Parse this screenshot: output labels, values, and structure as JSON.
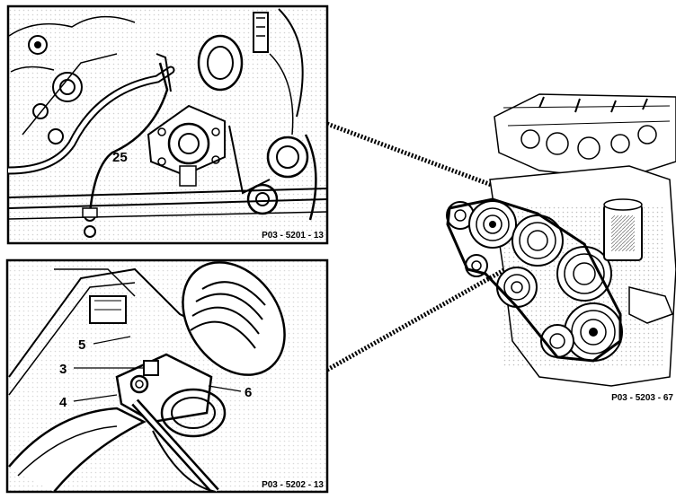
{
  "panels": {
    "top_detail": {
      "figure_ref": "P03 - 5201 - 13",
      "callouts": [
        {
          "id": "c25",
          "label": "25"
        }
      ]
    },
    "bottom_detail": {
      "figure_ref": "P03 - 5202 - 13",
      "callouts": [
        {
          "id": "c5",
          "label": "5"
        },
        {
          "id": "c3",
          "label": "3"
        },
        {
          "id": "c4",
          "label": "4"
        },
        {
          "id": "c6",
          "label": "6"
        }
      ]
    },
    "overview": {
      "figure_ref": "P03 - 5203 - 67"
    }
  },
  "colors": {
    "ink": "#000000",
    "paper": "#ffffff"
  }
}
